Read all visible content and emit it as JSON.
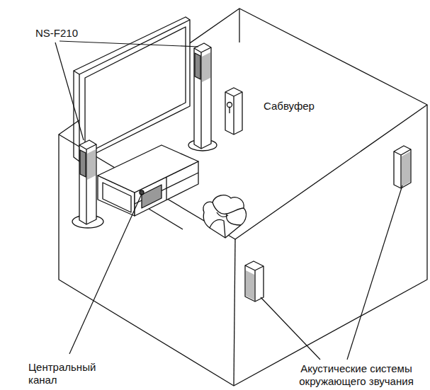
{
  "diagram": {
    "labels": [
      "NS-F210",
      "Сабвуфер",
      "Центральный канал",
      "Акустические системы окружающего звучания"
    ]
  }
}
